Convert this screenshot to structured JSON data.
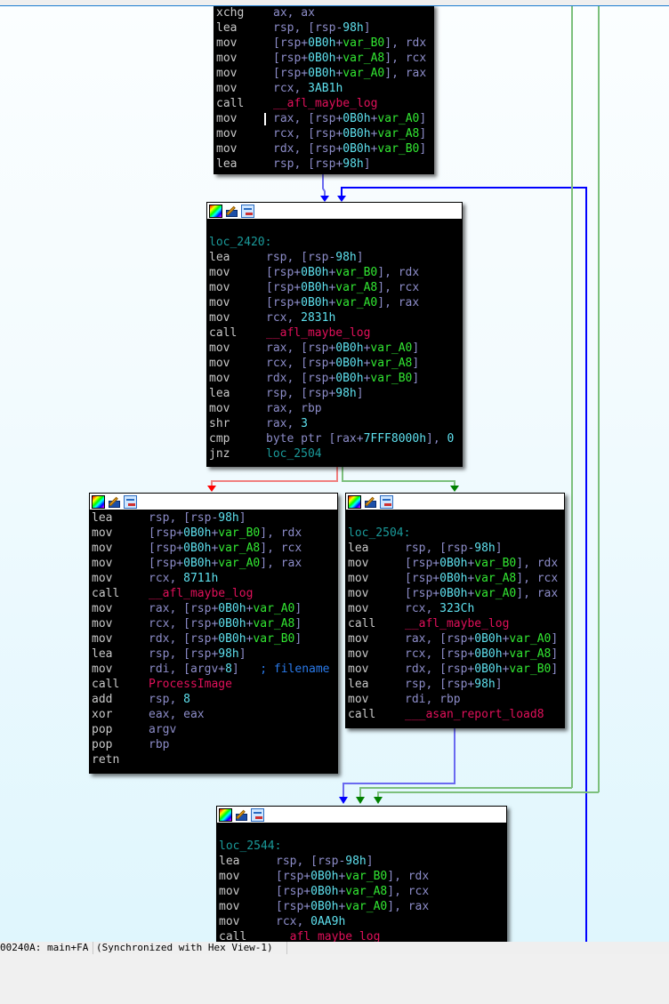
{
  "status_bar": {
    "address": "00240A: main+FA",
    "sync": "(Synchronized with Hex View-1)"
  },
  "colors": {
    "edge_true": "#008000",
    "edge_false": "#ff0000",
    "edge_uncond": "#0000ff",
    "mnemonic": "#c8c8c8",
    "operand": "#8c8cc8",
    "number": "#5ee0ee",
    "variable": "#32e632",
    "function": "#e0105a",
    "label": "#1a9a9a"
  },
  "header_icons": [
    "color-palette-icon",
    "edit-pencil-icon",
    "graph-node-icon"
  ],
  "blocks": [
    {
      "id": "block_top",
      "label": "",
      "lines": [
        {
          "mn": "xchg",
          "ops": "ax, ax"
        },
        {
          "mn": "lea",
          "ops": "rsp, [rsp-98h]"
        },
        {
          "mn": "mov",
          "ops": "[rsp+0B0h+var_B0], rdx"
        },
        {
          "mn": "mov",
          "ops": "[rsp+0B0h+var_A8], rcx"
        },
        {
          "mn": "mov",
          "ops": "[rsp+0B0h+var_A0], rax"
        },
        {
          "mn": "mov",
          "ops": "rcx, 3AB1h"
        },
        {
          "mn": "call",
          "ops": "__afl_maybe_log"
        },
        {
          "mn": "mov",
          "ops": "rax, [rsp+0B0h+var_A0]"
        },
        {
          "mn": "mov",
          "ops": "rcx, [rsp+0B0h+var_A8]"
        },
        {
          "mn": "mov",
          "ops": "rdx, [rsp+0B0h+var_B0]"
        },
        {
          "mn": "lea",
          "ops": "rsp, [rsp+98h]"
        }
      ]
    },
    {
      "id": "block_2420",
      "label": "loc_2420:",
      "lines": [
        {
          "mn": "lea",
          "ops": "rsp, [rsp-98h]"
        },
        {
          "mn": "mov",
          "ops": "[rsp+0B0h+var_B0], rdx"
        },
        {
          "mn": "mov",
          "ops": "[rsp+0B0h+var_A8], rcx"
        },
        {
          "mn": "mov",
          "ops": "[rsp+0B0h+var_A0], rax"
        },
        {
          "mn": "mov",
          "ops": "rcx, 2831h"
        },
        {
          "mn": "call",
          "ops": "__afl_maybe_log"
        },
        {
          "mn": "mov",
          "ops": "rax, [rsp+0B0h+var_A0]"
        },
        {
          "mn": "mov",
          "ops": "rcx, [rsp+0B0h+var_A8]"
        },
        {
          "mn": "mov",
          "ops": "rdx, [rsp+0B0h+var_B0]"
        },
        {
          "mn": "lea",
          "ops": "rsp, [rsp+98h]"
        },
        {
          "mn": "mov",
          "ops": "rax, rbp"
        },
        {
          "mn": "shr",
          "ops": "rax, 3"
        },
        {
          "mn": "cmp",
          "ops": "byte ptr [rax+7FFF8000h], 0"
        },
        {
          "mn": "jnz",
          "ops": "loc_2504"
        }
      ]
    },
    {
      "id": "block_left",
      "label": "",
      "lines": [
        {
          "mn": "lea",
          "ops": "rsp, [rsp-98h]"
        },
        {
          "mn": "mov",
          "ops": "[rsp+0B0h+var_B0], rdx"
        },
        {
          "mn": "mov",
          "ops": "[rsp+0B0h+var_A8], rcx"
        },
        {
          "mn": "mov",
          "ops": "[rsp+0B0h+var_A0], rax"
        },
        {
          "mn": "mov",
          "ops": "rcx, 8711h"
        },
        {
          "mn": "call",
          "ops": "__afl_maybe_log"
        },
        {
          "mn": "mov",
          "ops": "rax, [rsp+0B0h+var_A0]"
        },
        {
          "mn": "mov",
          "ops": "rcx, [rsp+0B0h+var_A8]"
        },
        {
          "mn": "mov",
          "ops": "rdx, [rsp+0B0h+var_B0]"
        },
        {
          "mn": "lea",
          "ops": "rsp, [rsp+98h]"
        },
        {
          "mn": "mov",
          "ops": "rdi, [argv+8]",
          "comment": "; filename"
        },
        {
          "mn": "call",
          "ops": "ProcessImage"
        },
        {
          "mn": "add",
          "ops": "rsp, 8"
        },
        {
          "mn": "xor",
          "ops": "eax, eax"
        },
        {
          "mn": "pop",
          "ops": "argv"
        },
        {
          "mn": "pop",
          "ops": "rbp"
        },
        {
          "mn": "retn",
          "ops": ""
        }
      ]
    },
    {
      "id": "block_2504",
      "label": "loc_2504:",
      "lines": [
        {
          "mn": "lea",
          "ops": "rsp, [rsp-98h]"
        },
        {
          "mn": "mov",
          "ops": "[rsp+0B0h+var_B0], rdx"
        },
        {
          "mn": "mov",
          "ops": "[rsp+0B0h+var_A8], rcx"
        },
        {
          "mn": "mov",
          "ops": "[rsp+0B0h+var_A0], rax"
        },
        {
          "mn": "mov",
          "ops": "rcx, 323Ch"
        },
        {
          "mn": "call",
          "ops": "__afl_maybe_log"
        },
        {
          "mn": "mov",
          "ops": "rax, [rsp+0B0h+var_A0]"
        },
        {
          "mn": "mov",
          "ops": "rcx, [rsp+0B0h+var_A8]"
        },
        {
          "mn": "mov",
          "ops": "rdx, [rsp+0B0h+var_B0]"
        },
        {
          "mn": "lea",
          "ops": "rsp, [rsp+98h]"
        },
        {
          "mn": "mov",
          "ops": "rdi, rbp"
        },
        {
          "mn": "call",
          "ops": "___asan_report_load8"
        }
      ]
    },
    {
      "id": "block_2544",
      "label": "loc_2544:",
      "lines": [
        {
          "mn": "lea",
          "ops": "rsp, [rsp-98h]"
        },
        {
          "mn": "mov",
          "ops": "[rsp+0B0h+var_B0], rdx"
        },
        {
          "mn": "mov",
          "ops": "[rsp+0B0h+var_A8], rcx"
        },
        {
          "mn": "mov",
          "ops": "[rsp+0B0h+var_A0], rax"
        },
        {
          "mn": "mov",
          "ops": "rcx, 0AA9h"
        },
        {
          "mn": "call",
          "ops": "__afl_maybe_log"
        }
      ]
    }
  ]
}
